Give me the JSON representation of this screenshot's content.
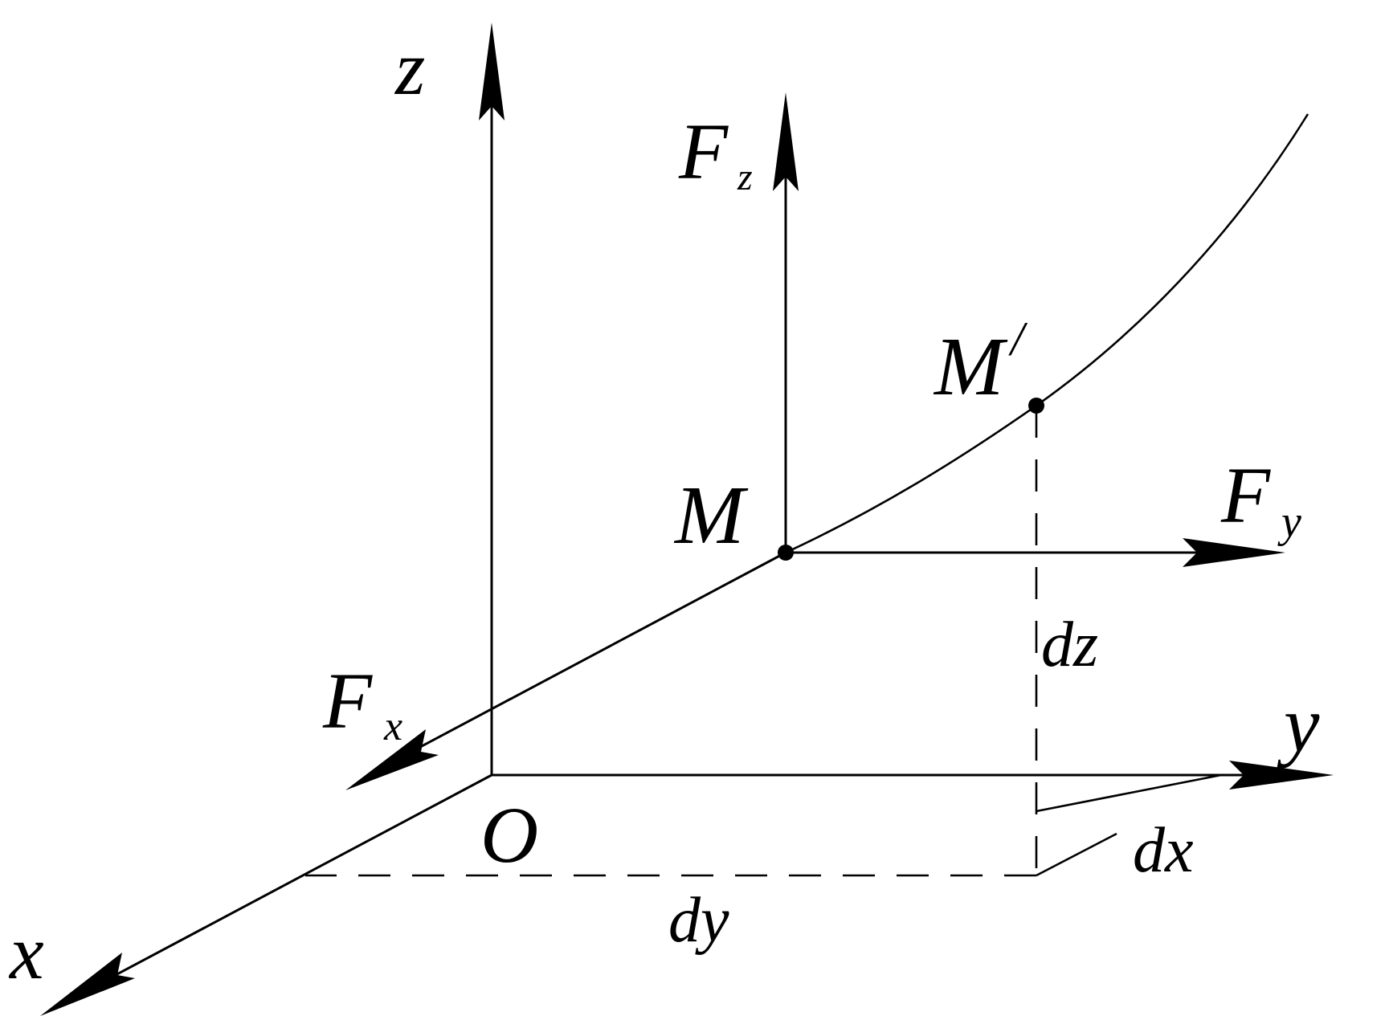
{
  "labels": {
    "z": "z",
    "y": "y",
    "x": "x",
    "origin": "O",
    "Fz_main": "F",
    "Fz_sub": "z",
    "Fy_main": "F",
    "Fy_sub": "y",
    "Fx_main": "F",
    "Fx_sub": "x",
    "M": "M",
    "M_prime": "M",
    "prime": "/",
    "dz": "dz",
    "dx": "dx",
    "dy": "dy"
  },
  "colors": {
    "ink": "#000000",
    "background": "#ffffff"
  }
}
